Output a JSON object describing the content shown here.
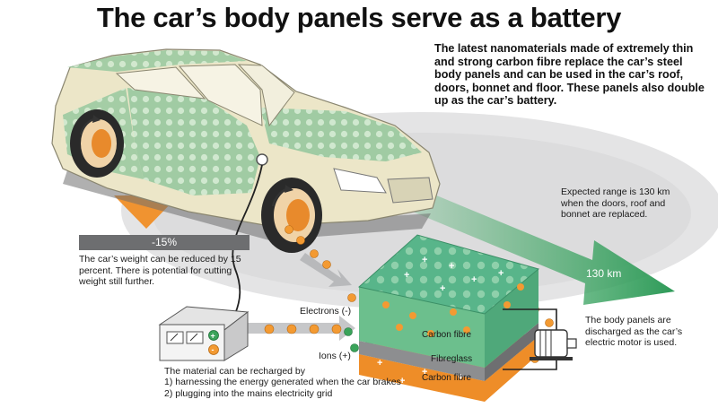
{
  "title": "The car’s body panels serve as a battery",
  "intro": "The latest nanomaterials made of extremely thin and strong carbon fibre replace the car’s steel body panels and can be used in the car’s roof, doors, bonnet and floor. These panels also double up as the car’s battery.",
  "weight": {
    "badge": "-15%",
    "text": "The car’s weight can be reduced by 15 percent. There is potential for cutting weight still further."
  },
  "range": {
    "text": "Expected range is 130 km when the doors, roof and bonnet are replaced.",
    "value_label": "130 km"
  },
  "flow": {
    "electrons": "Electrons (-)",
    "ions": "Ions (+)"
  },
  "battery_layers": {
    "top": "Carbon fibre",
    "middle": "Fibreglass",
    "bottom": "Carbon fibre"
  },
  "discharge_text": "The body panels are discharged as the car’s electric motor is used.",
  "recharge": {
    "intro": "The material can be recharged by",
    "item1": "1) harnessing the energy generated when the car brakes",
    "item2": "2) plugging into the mains electricity grid"
  },
  "colors": {
    "car_body": "#ece6c8",
    "panel_green": "#8fc49a",
    "electron_orange": "#f39a32",
    "ion_green": "#3aa35a",
    "arrow_gray": "#b8b9bb",
    "range_green": "#2e9a58",
    "weight_bar": "#6d6e70"
  }
}
